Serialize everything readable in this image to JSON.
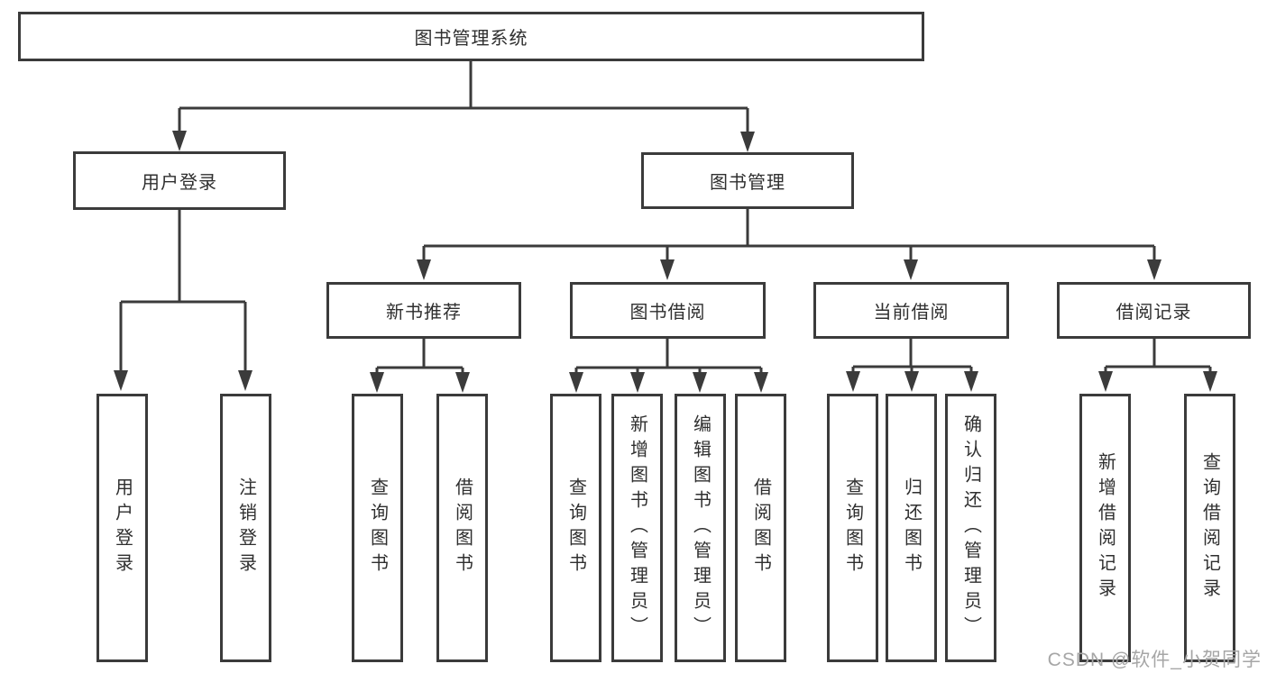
{
  "diagram": {
    "type": "hierarchy-tree",
    "tree": {
      "label": "图书管理系统",
      "children": [
        {
          "label": "用户登录",
          "children": [
            {
              "label": "用户登录"
            },
            {
              "label": "注销登录"
            }
          ]
        },
        {
          "label": "图书管理",
          "children": [
            {
              "label": "新书推荐",
              "children": [
                {
                  "label": "查询图书"
                },
                {
                  "label": "借阅图书"
                }
              ]
            },
            {
              "label": "图书借阅",
              "children": [
                {
                  "label": "查询图书"
                },
                {
                  "label": "新增图书（管理员）"
                },
                {
                  "label": "编辑图书（管理员）"
                },
                {
                  "label": "借阅图书"
                }
              ]
            },
            {
              "label": "当前借阅",
              "children": [
                {
                  "label": "查询图书"
                },
                {
                  "label": "归还图书"
                },
                {
                  "label": "确认归还（管理员）"
                }
              ]
            },
            {
              "label": "借阅记录",
              "children": [
                {
                  "label": "新增借阅记录"
                },
                {
                  "label": "查询借阅记录"
                }
              ]
            }
          ]
        }
      ]
    },
    "colors": {
      "line": "#3b3b3b",
      "text": "#2f2f2f",
      "background": "#ffffff",
      "watermark": "#a6a6a6"
    }
  },
  "watermark": {
    "text": "CSDN @软件_小贺同学"
  }
}
